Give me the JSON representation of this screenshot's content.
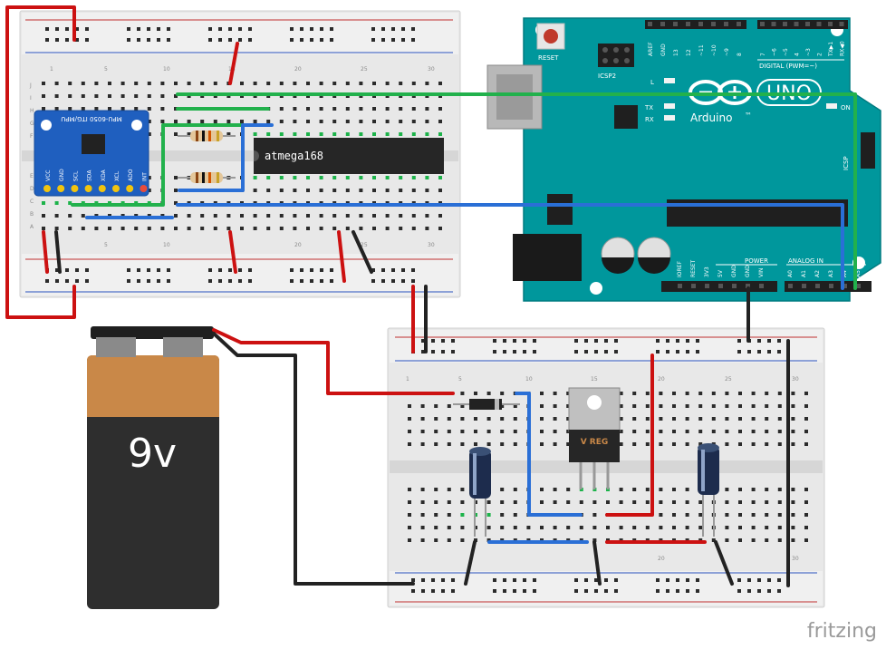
{
  "arduino": {
    "board_name": "UNO",
    "brand": "Arduino",
    "trademark": "™",
    "reset_label": "RESET",
    "icsp2_label": "ICSP2",
    "icsp_label": "ICSP",
    "digital_label": "DIGITAL (PWM=~)",
    "power_label": "POWER",
    "analog_label": "ANALOG IN",
    "led_l": "L",
    "led_tx": "TX",
    "led_rx": "RX",
    "led_on": "ON",
    "digital_pins": [
      "AREF",
      "GND",
      "13",
      "12",
      "~11",
      "~10",
      "~9",
      "8",
      "7",
      "~6",
      "~5",
      "4",
      "~3",
      "2",
      "TX▶1",
      "RX◀0"
    ],
    "power_pins": [
      "IOREF",
      "RESET",
      "3V3",
      "5V",
      "GND",
      "GND",
      "VIN"
    ],
    "analog_pins": [
      "A0",
      "A1",
      "A2",
      "A3",
      "A4",
      "A5"
    ]
  },
  "chip": {
    "label": "atmega168"
  },
  "sensor": {
    "title": "MPU-6050 ITG/MPU",
    "pins": [
      "VCC",
      "GND",
      "SCL",
      "SDA",
      "XDA",
      "XCL",
      "ADO",
      "INT"
    ]
  },
  "battery": {
    "label": "9v"
  },
  "regulator": {
    "label": "V REG"
  },
  "breadboard": {
    "row_letters_top": [
      "J",
      "I",
      "H",
      "G",
      "F"
    ],
    "row_letters_bottom": [
      "E",
      "D",
      "C",
      "B",
      "A"
    ],
    "column_numbers": [
      "1",
      "5",
      "10",
      "15",
      "20",
      "25",
      "30"
    ]
  },
  "watermark": "fritzing",
  "colors": {
    "board_teal": "#00979c",
    "wire_red": "#cc1111",
    "wire_green": "#22b14c",
    "wire_blue": "#2a6fd6",
    "wire_black": "#222222",
    "battery_copper": "#c98848",
    "battery_body": "#2e2e2e"
  }
}
